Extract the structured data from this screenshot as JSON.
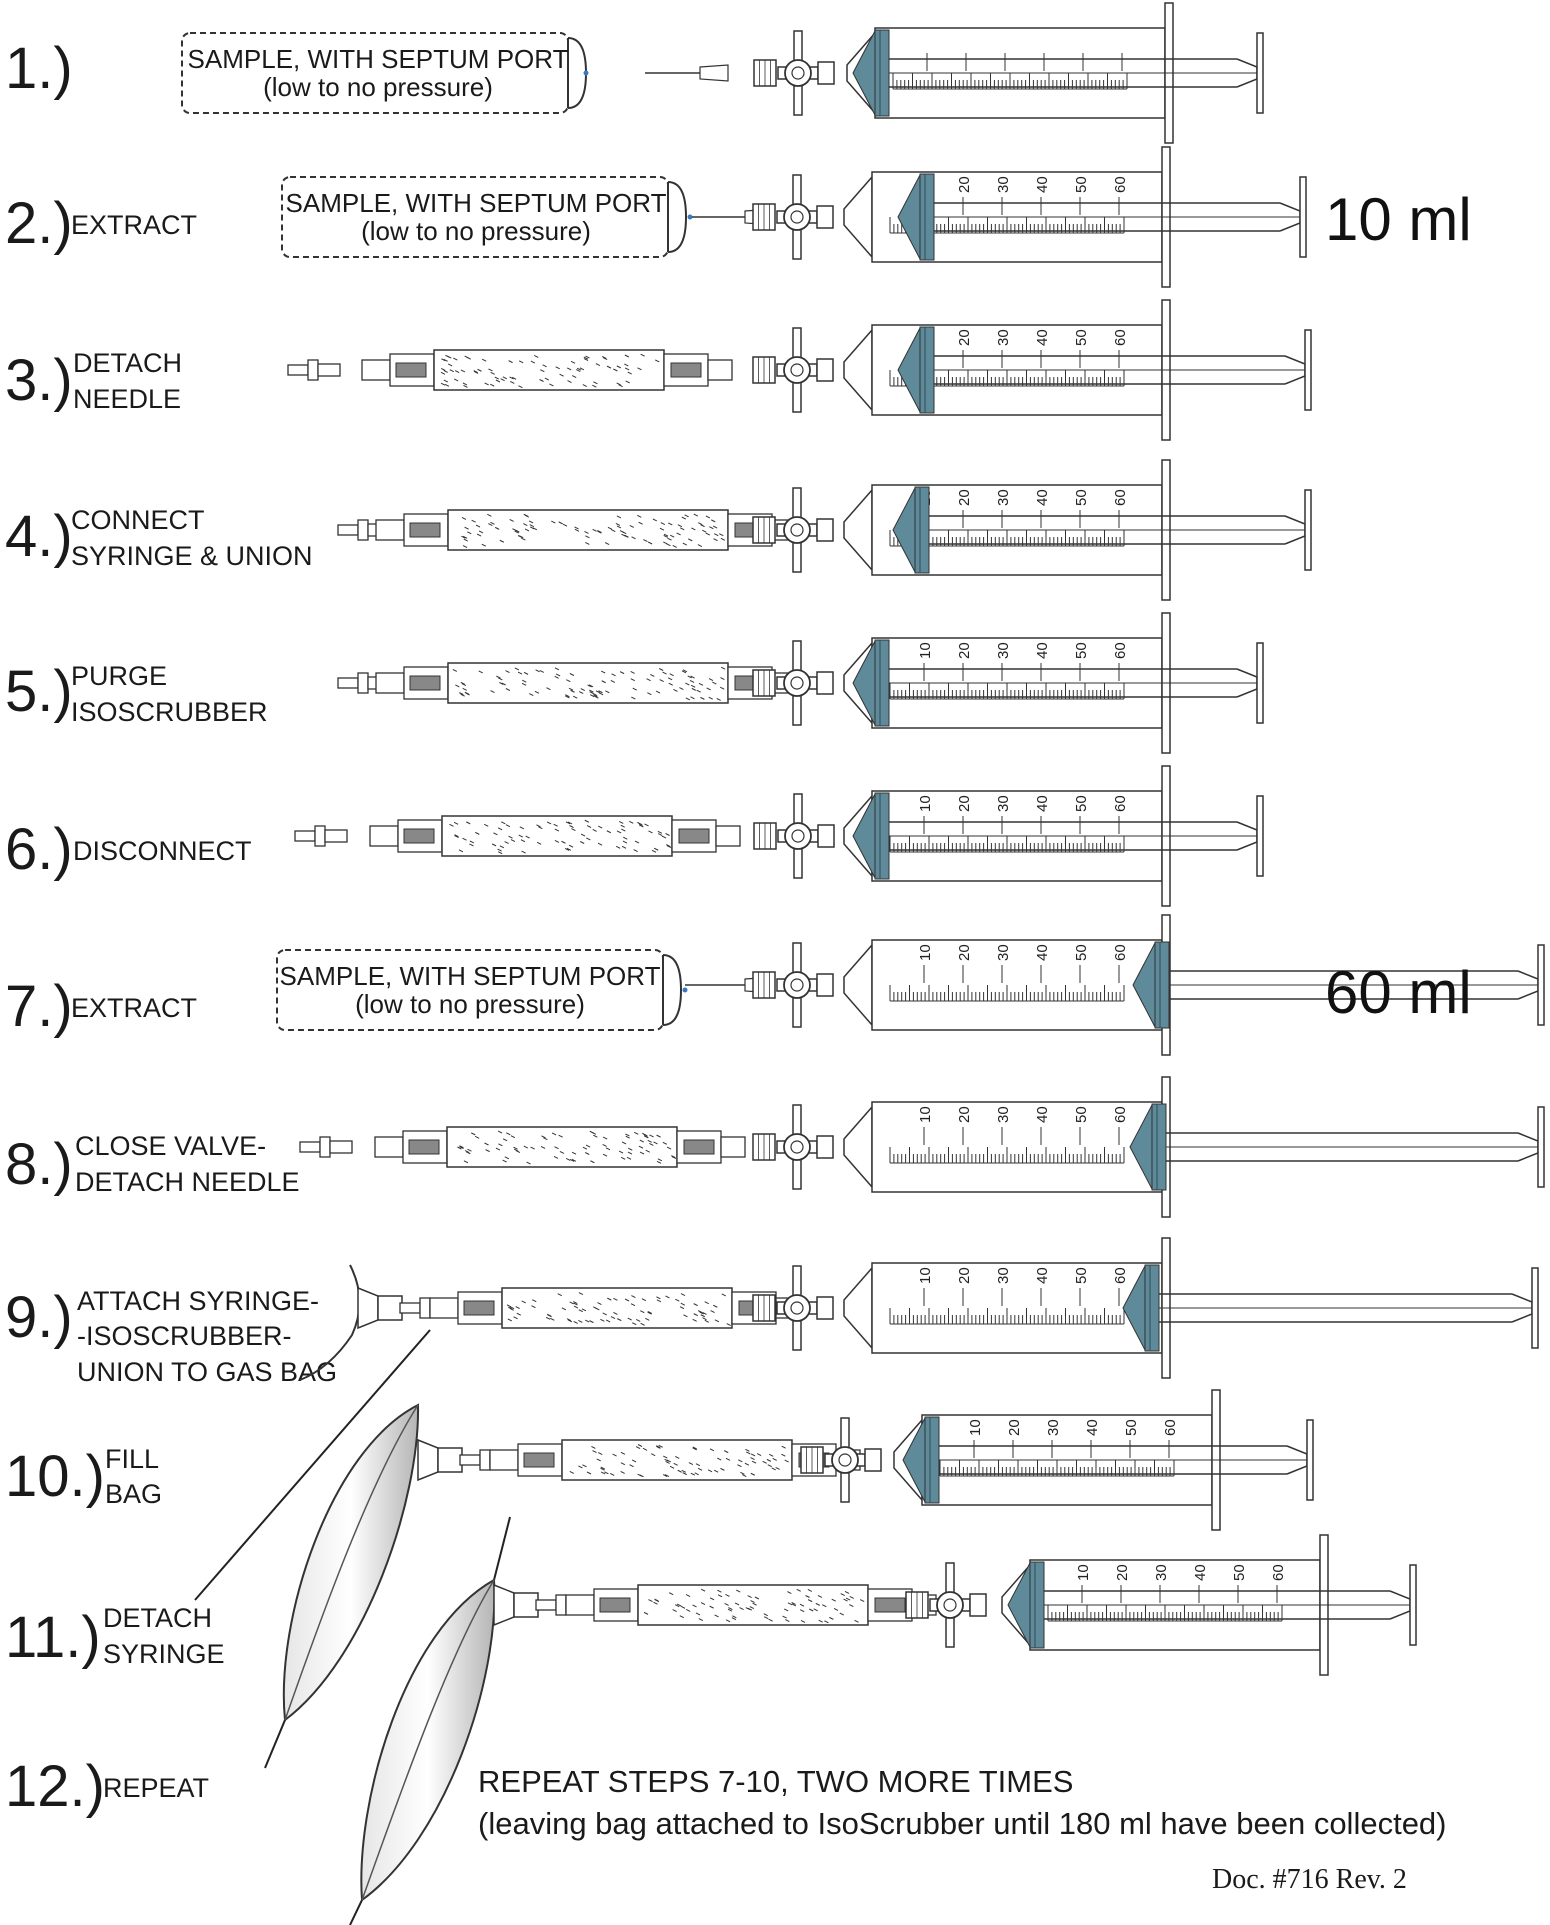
{
  "steps": [
    {
      "number": "1.)",
      "lines": []
    },
    {
      "number": "2.)",
      "lines": [
        "EXTRACT"
      ]
    },
    {
      "number": "3.)",
      "lines": [
        "DETACH",
        "NEEDLE"
      ]
    },
    {
      "number": "4.)",
      "lines": [
        "CONNECT",
        "SYRINGE & UNION"
      ]
    },
    {
      "number": "5.)",
      "lines": [
        "PURGE",
        "ISOSCRUBBER"
      ]
    },
    {
      "number": "6.)",
      "lines": [
        "DISCONNECT"
      ]
    },
    {
      "number": "7.)",
      "lines": [
        "EXTRACT"
      ]
    },
    {
      "number": "8.)",
      "lines": [
        "CLOSE VALVE-",
        "DETACH NEEDLE"
      ]
    },
    {
      "number": "9.)",
      "lines": [
        "ATTACH SYRINGE-",
        "-ISOSCRUBBER-",
        "UNION TO GAS BAG"
      ]
    },
    {
      "number": "10.)",
      "lines": [
        "FILL",
        "BAG"
      ]
    },
    {
      "number": "11.)",
      "lines": [
        "DETACH",
        "SYRINGE"
      ]
    },
    {
      "number": "12.)",
      "lines": [
        "REPEAT"
      ]
    }
  ],
  "sample_box": {
    "line1": "SAMPLE, WITH SEPTUM PORT",
    "line2": "(low to no pressure)"
  },
  "syringe_scale": [
    "10",
    "20",
    "30",
    "40",
    "50",
    "60"
  ],
  "volume_labels": {
    "step2": "10 ml",
    "step7": "60 ml"
  },
  "repeat_note": {
    "line1": "REPEAT STEPS 7-10, TWO MORE TIMES",
    "line2": "(leaving bag attached to IsoScrubber until 180 ml have been collected)"
  },
  "doc_ref": "Doc. #716 Rev. 2",
  "colors": {
    "plunger": "#5e8a9a",
    "outline": "#333333",
    "bag_shade": "#bdbdbd"
  }
}
